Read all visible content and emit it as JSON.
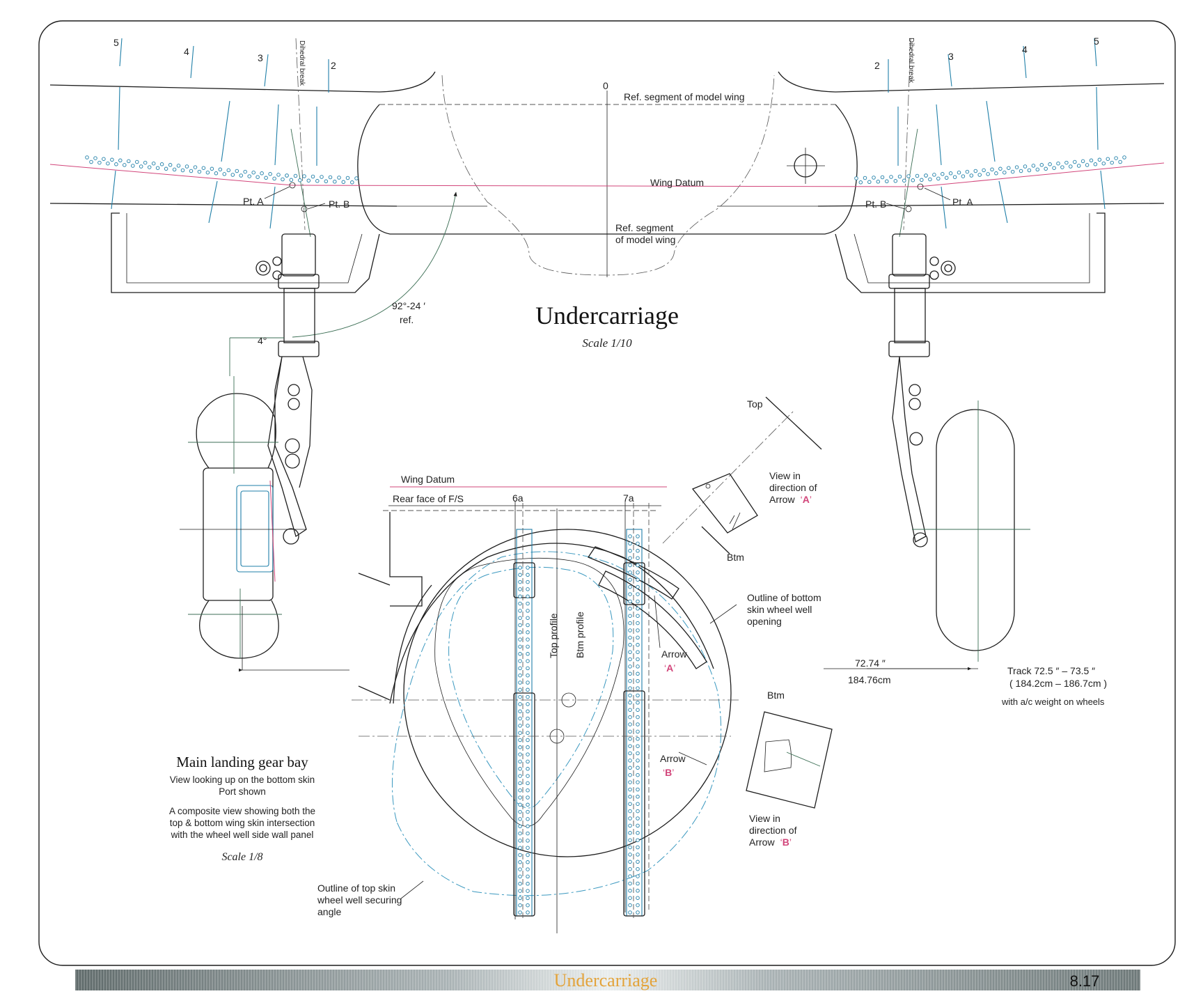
{
  "title": "Undercarriage",
  "scale_main": "Scale 1/10",
  "labels": {
    "dihedral_break": "Dihedral break",
    "station_0": "0",
    "stations": [
      "2",
      "3",
      "4",
      "5"
    ],
    "ref_segment_top": "Ref. segment of model wing",
    "wing_datum": "Wing Datum",
    "ref_segment_bottom_1": "Ref. segment",
    "ref_segment_bottom_2": "of model wing",
    "pt_a": "Pt. A",
    "pt_b": "Pt. B",
    "angle_1": "92°-24 ′",
    "angle_2": "ref.",
    "toe_angle": "4°",
    "top": "Top",
    "btm": "Btm",
    "view_a_1": "View in",
    "view_a_2": "direction of",
    "view_a_3": "Arrow",
    "arrow_a_letter": "A",
    "view_b_1": "View in",
    "view_b_2": "direction of",
    "view_b_3": "Arrow",
    "arrow_b_letter": "B",
    "outline_bottom_1": "Outline of bottom",
    "outline_bottom_2": "skin wheel well",
    "outline_bottom_3": "opening",
    "arrow_word": "Arrow",
    "dim_inch": "72.74 ″",
    "dim_cm": "184.76cm",
    "track_1": "Track  72.5 ″ – 73.5 ″",
    "track_2": "( 184.2cm – 186.7cm )",
    "track_3": "with a/c weight on wheels",
    "bay_wing_datum": "Wing Datum",
    "rear_face": "Rear face of F/S",
    "rib_6a": "6a",
    "rib_7a": "7a",
    "top_profile": "Top profile",
    "btm_profile": "Btm profile",
    "outline_top_1": "Outline of top skin",
    "outline_top_2": "wheel well securing",
    "outline_top_3": "angle"
  },
  "bay_caption": {
    "title": "Main landing gear bay",
    "line1": "View looking up on the bottom skin",
    "line2": "Port shown",
    "line3": "A composite view showing both the",
    "line4": "top & bottom wing skin intersection",
    "line5": "with the wheel well side wall panel",
    "scale": "Scale 1/8"
  },
  "footer": {
    "title": "Undercarriage",
    "page": "8.17"
  },
  "colors": {
    "accent_pink": "#d2457a",
    "rivet_blue": "#1f7fa8",
    "footer_title": "#e3a33a"
  }
}
